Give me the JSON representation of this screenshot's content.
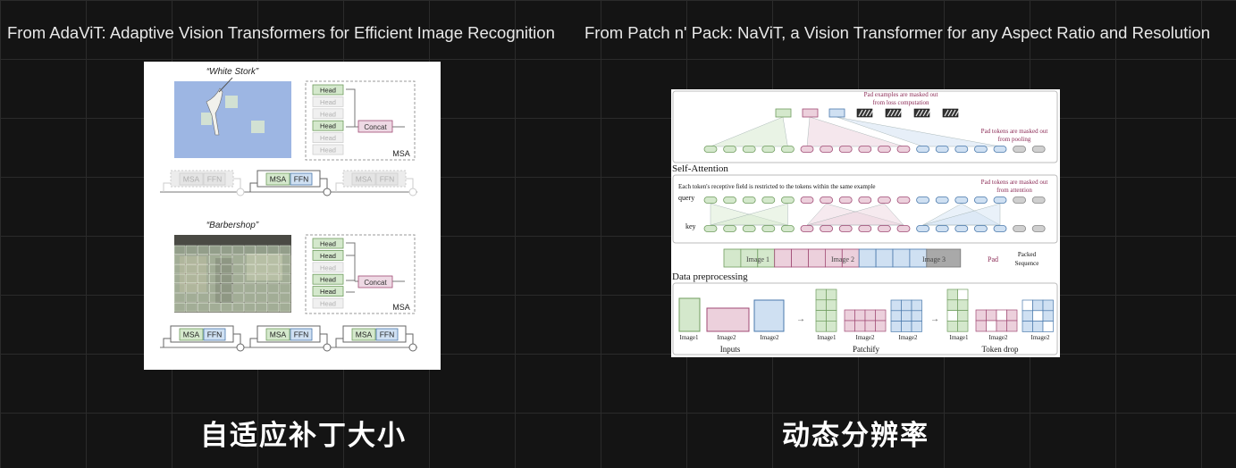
{
  "left": {
    "heading": "From AdaViT: Adaptive Vision Transformers for Efficient Image Recognition",
    "caption": "自适应补丁大小",
    "figure": {
      "example1_label": "“White Stork”",
      "example2_label": "“Barbershop”",
      "head_label": "Head",
      "concat_label": "Concat",
      "msa_label": "MSA",
      "ffn_label": "FFN",
      "example1_heads_active": [
        true,
        false,
        false,
        true,
        false,
        false
      ],
      "example2_heads_active": [
        true,
        true,
        false,
        true,
        true,
        false
      ],
      "example1_blocks_active": [
        false,
        true,
        false
      ],
      "example2_blocks_active": [
        true,
        true,
        true
      ]
    }
  },
  "right": {
    "heading": "From Patch n' Pack: NaViT, a Vision Transformer for any Aspect Ratio and Resolution",
    "caption": "动态分辨率",
    "figure": {
      "pad_examples_note_1": "Pad examples are masked out",
      "pad_examples_note_2": "from loss computation",
      "pad_pooling_note_1": "Pad tokens are masked out",
      "pad_pooling_note_2": "from pooling",
      "self_attention_title": "Self-Attention",
      "receptive_field_note": "Each token's receptive field is restricted to the tokens within the same example",
      "pad_attention_note_1": "Pad tokens are masked out",
      "pad_attention_note_2": "from attention",
      "query_label": "query",
      "key_label": "key",
      "image1_label": "Image 1",
      "image2_label": "Image 2",
      "image3_label": "Image 3",
      "pad_label": "Pad",
      "packed_label_1": "Packed",
      "packed_label_2": "Sequence",
      "data_preprocessing_title": "Data preprocessing",
      "inputs_label": "Inputs",
      "patchify_label": "Patchify",
      "token_drop_label": "Token drop",
      "thumb_labels": [
        "Image1",
        "Image2",
        "Image2",
        "Image1",
        "Image2",
        "Image2",
        "Image1",
        "Image2",
        "Image2"
      ]
    }
  },
  "colors": {
    "green": "#d4e8cc",
    "green_stroke": "#6f9c5e",
    "pink": "#ecd0dc",
    "pink_stroke": "#a04a74",
    "blue": "#cfe0f2",
    "blue_stroke": "#4a79ac",
    "gray": "#cfcfcf",
    "maroon_text": "#8b2a55"
  }
}
